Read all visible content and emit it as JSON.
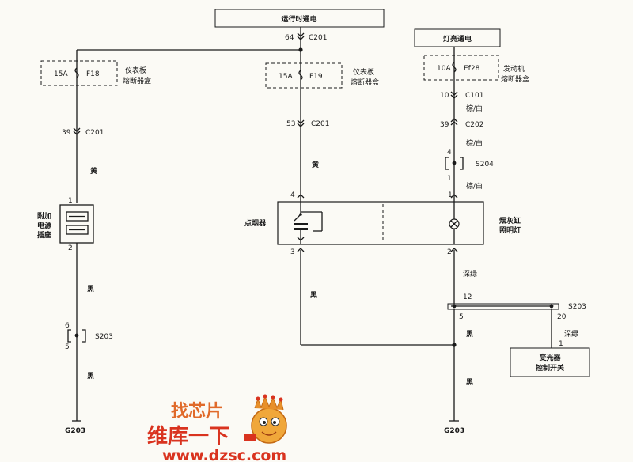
{
  "top_labels": {
    "run_power": "运行时通电",
    "light_power": "灯亮通电"
  },
  "fuses": {
    "f18": {
      "amp": "15A",
      "id": "F18",
      "box": [
        "仪表板",
        "熔断器盒"
      ]
    },
    "f19": {
      "amp": "15A",
      "id": "F19",
      "box": [
        "仪表板",
        "熔断器盒"
      ]
    },
    "ef28": {
      "amp": "10A",
      "id": "Ef28",
      "box": [
        "发动机",
        "熔断器盒"
      ]
    }
  },
  "connectors": {
    "c201_top": {
      "pin": "64",
      "name": "C201"
    },
    "c201_left": {
      "pin": "39",
      "name": "C201"
    },
    "c201_mid": {
      "pin": "53",
      "name": "C201"
    },
    "c101": {
      "pin": "10",
      "name": "C101"
    },
    "c202": {
      "pin": "39",
      "name": "C202"
    }
  },
  "splices": {
    "s204": {
      "name": "S204",
      "pin_top": "4",
      "pin_bottom": "1"
    },
    "s203_left": {
      "name": "S203",
      "pin_top": "6",
      "pin_bottom": "5"
    },
    "s203_right": {
      "name": "S203",
      "pin_12": "12",
      "pin_5": "5",
      "pin_20": "20"
    }
  },
  "wire_colors": {
    "yellow": "黄",
    "black": "黑",
    "brown_white": "棕/白",
    "dark_green": "深绿"
  },
  "components": {
    "aux_socket": {
      "lines": [
        "附加",
        "电源",
        "插座"
      ],
      "pin_top": "1",
      "pin_bottom": "2"
    },
    "lighter": {
      "name": "点烟器",
      "pin_top": "4",
      "pin_bottom": "3"
    },
    "ashtray_lamp": {
      "lines": [
        "烟灰缸",
        "照明灯"
      ],
      "pin_top": "1",
      "pin_bottom": "2"
    },
    "dimmer_switch": {
      "lines": [
        "变光器",
        "控制开关"
      ],
      "pin": "1"
    }
  },
  "grounds": {
    "left": "G203",
    "right": "G203"
  },
  "watermark": {
    "line1": "找芯片",
    "line2": "维库一下",
    "url": "www.dzsc.com"
  }
}
